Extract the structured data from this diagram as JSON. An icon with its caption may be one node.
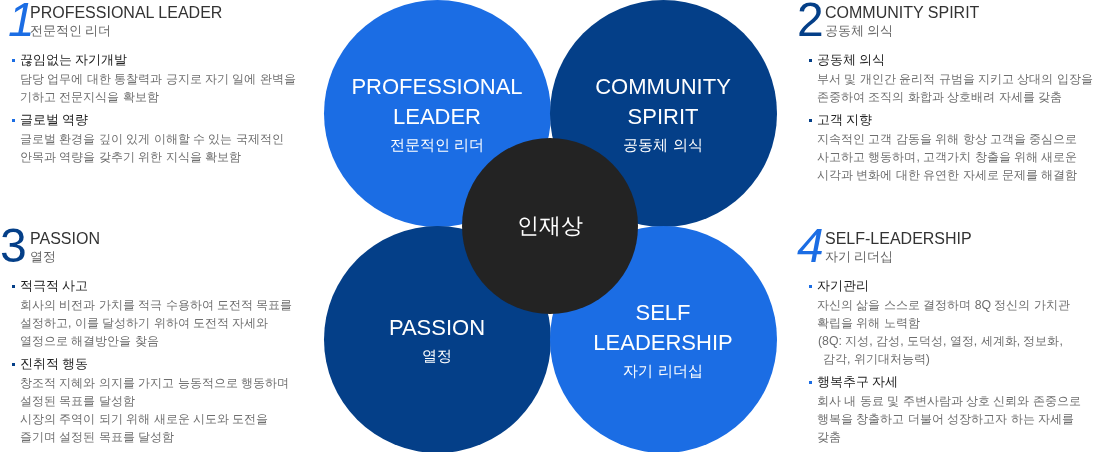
{
  "diagram": {
    "nodes": [
      {
        "text": [
          "PROFESSIONAL LEADER",
          "전문적인 리더"
        ],
        "beside": [
          "1",
          "PROFESSIONAL LEADER",
          "전문적인 리더",
          "끊임없는 자기개발",
          "담당 업무에 대한 통찰력과 긍지로 자기 일에 완벽을 기하고 전문지식을 확보함",
          "글로벌 역량",
          "글로벌 환경을 깊이 있게 이해할 수 있는 국제적인 안목과 역량을 갖추기 위한 지식을 확보함"
        ]
      },
      {
        "text": [
          "COMMUNITY SPIRIT",
          "공동체 의식"
        ],
        "beside": [
          "2",
          "COMMUNITY SPIRIT",
          "공동체 의식",
          "공동체 의식",
          "부서 및 개인간 윤리적 규범을 지키고 상대의 입장을 존중하여 조직의 화합과 상호배려 자세를 갖춤",
          "고객 지향",
          "지속적인 고객 감동을 위해 항상 고객을 중심으로 사고하고 행동하며, 고객가치 창출을 위해 새로운 시각과 변화에 대한 유연한 자세로 문제를 해결함"
        ]
      },
      {
        "text": [
          "인재상"
        ]
      },
      {
        "text": [
          "PASSION",
          "열정"
        ],
        "beside": [
          "3",
          "PASSION",
          "열정",
          "적극적 사고",
          "회사의 비전과 가치를 적극 수용하여 도전적 목표를 설정하고, 이를 달성하기 위하여 도전적 자세와 열정으로 해결방안을 찾음",
          "진취적 행동",
          "창조적 지혜와 의지를 가지고 능동적으로 행동하며 설정된 목표를 달성함",
          "시장의 주역이 되기 위해 새로운 시도와 도전을 즐기며 설정된 목표를 달성함"
        ]
      },
      {
        "text": [
          "SELF LEADERSHIP",
          "자기 리더십"
        ],
        "beside": [
          "4",
          "SELF-LEADERSHIP",
          "자기 리더십",
          "자기관리",
          "자신의 삶을 스스로 결정하며 8Q 정신의 가치관 확립을 위해 노력함",
          "(8Q: 지성, 감성, 도덕성, 열정, 세계화, 정보화, 감각, 위기대처능력)",
          "행복추구 자세",
          "회사 내 동료 및 주변사람과 상호 신뢰와 존중으로 행복을 창출하고 더불어 성장하고자 하는 자세를 갖춤"
        ]
      }
    ]
  }
}
